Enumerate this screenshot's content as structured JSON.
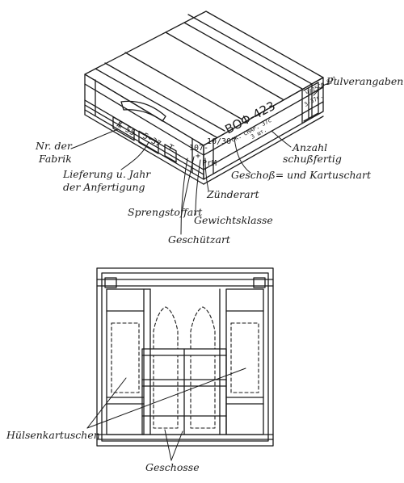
{
  "top_labels": {
    "pulverangaben": "Pulverangaben",
    "anzahl": "Anzahl",
    "schussfertig": "schußfertig",
    "geschoss_kartuschart": "Geschoß= und Kartuschart",
    "nr_der": "Nr. der",
    "fabrik": "Fabrik",
    "lieferung": "Lieferung u. Jahr",
    "anfertigung": "der Anfertigung",
    "zuenderart": "Zünderart",
    "sprengstoffart": "Sprengstoffart",
    "gewichtsklasse": "Gewichtsklasse",
    "geschuetzart": "Geschützart"
  },
  "box_markings": {
    "nr": "№ 55",
    "lot": "5-37",
    "letter_t": "T",
    "code_107": "107-",
    "plus": "+",
    "fraction": "10/30",
    "prm": "PrM",
    "model": "BOΦ-423",
    "ok_shap": "OK. CHAP. 37c",
    "count": "3 шт.",
    "side_a": "Ч/25СФ 8/1",
    "side_b": "3-37г."
  },
  "bottom_labels": {
    "huelsenkartuschen": "Hülsenkartuschen",
    "geschosse": "Geschosse"
  }
}
